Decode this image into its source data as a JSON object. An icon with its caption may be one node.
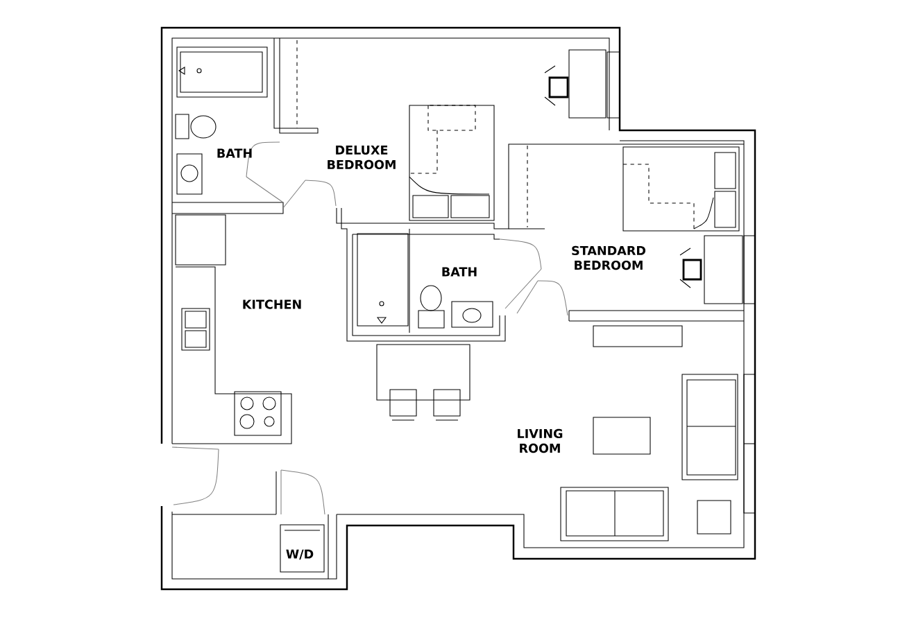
{
  "diagram": {
    "labels": [
      "BATH",
      "DELUXE BEDROOM",
      "STANDARD BEDROOM",
      "BATH",
      "KITCHEN",
      "LIVING ROOM",
      "W/D"
    ]
  }
}
